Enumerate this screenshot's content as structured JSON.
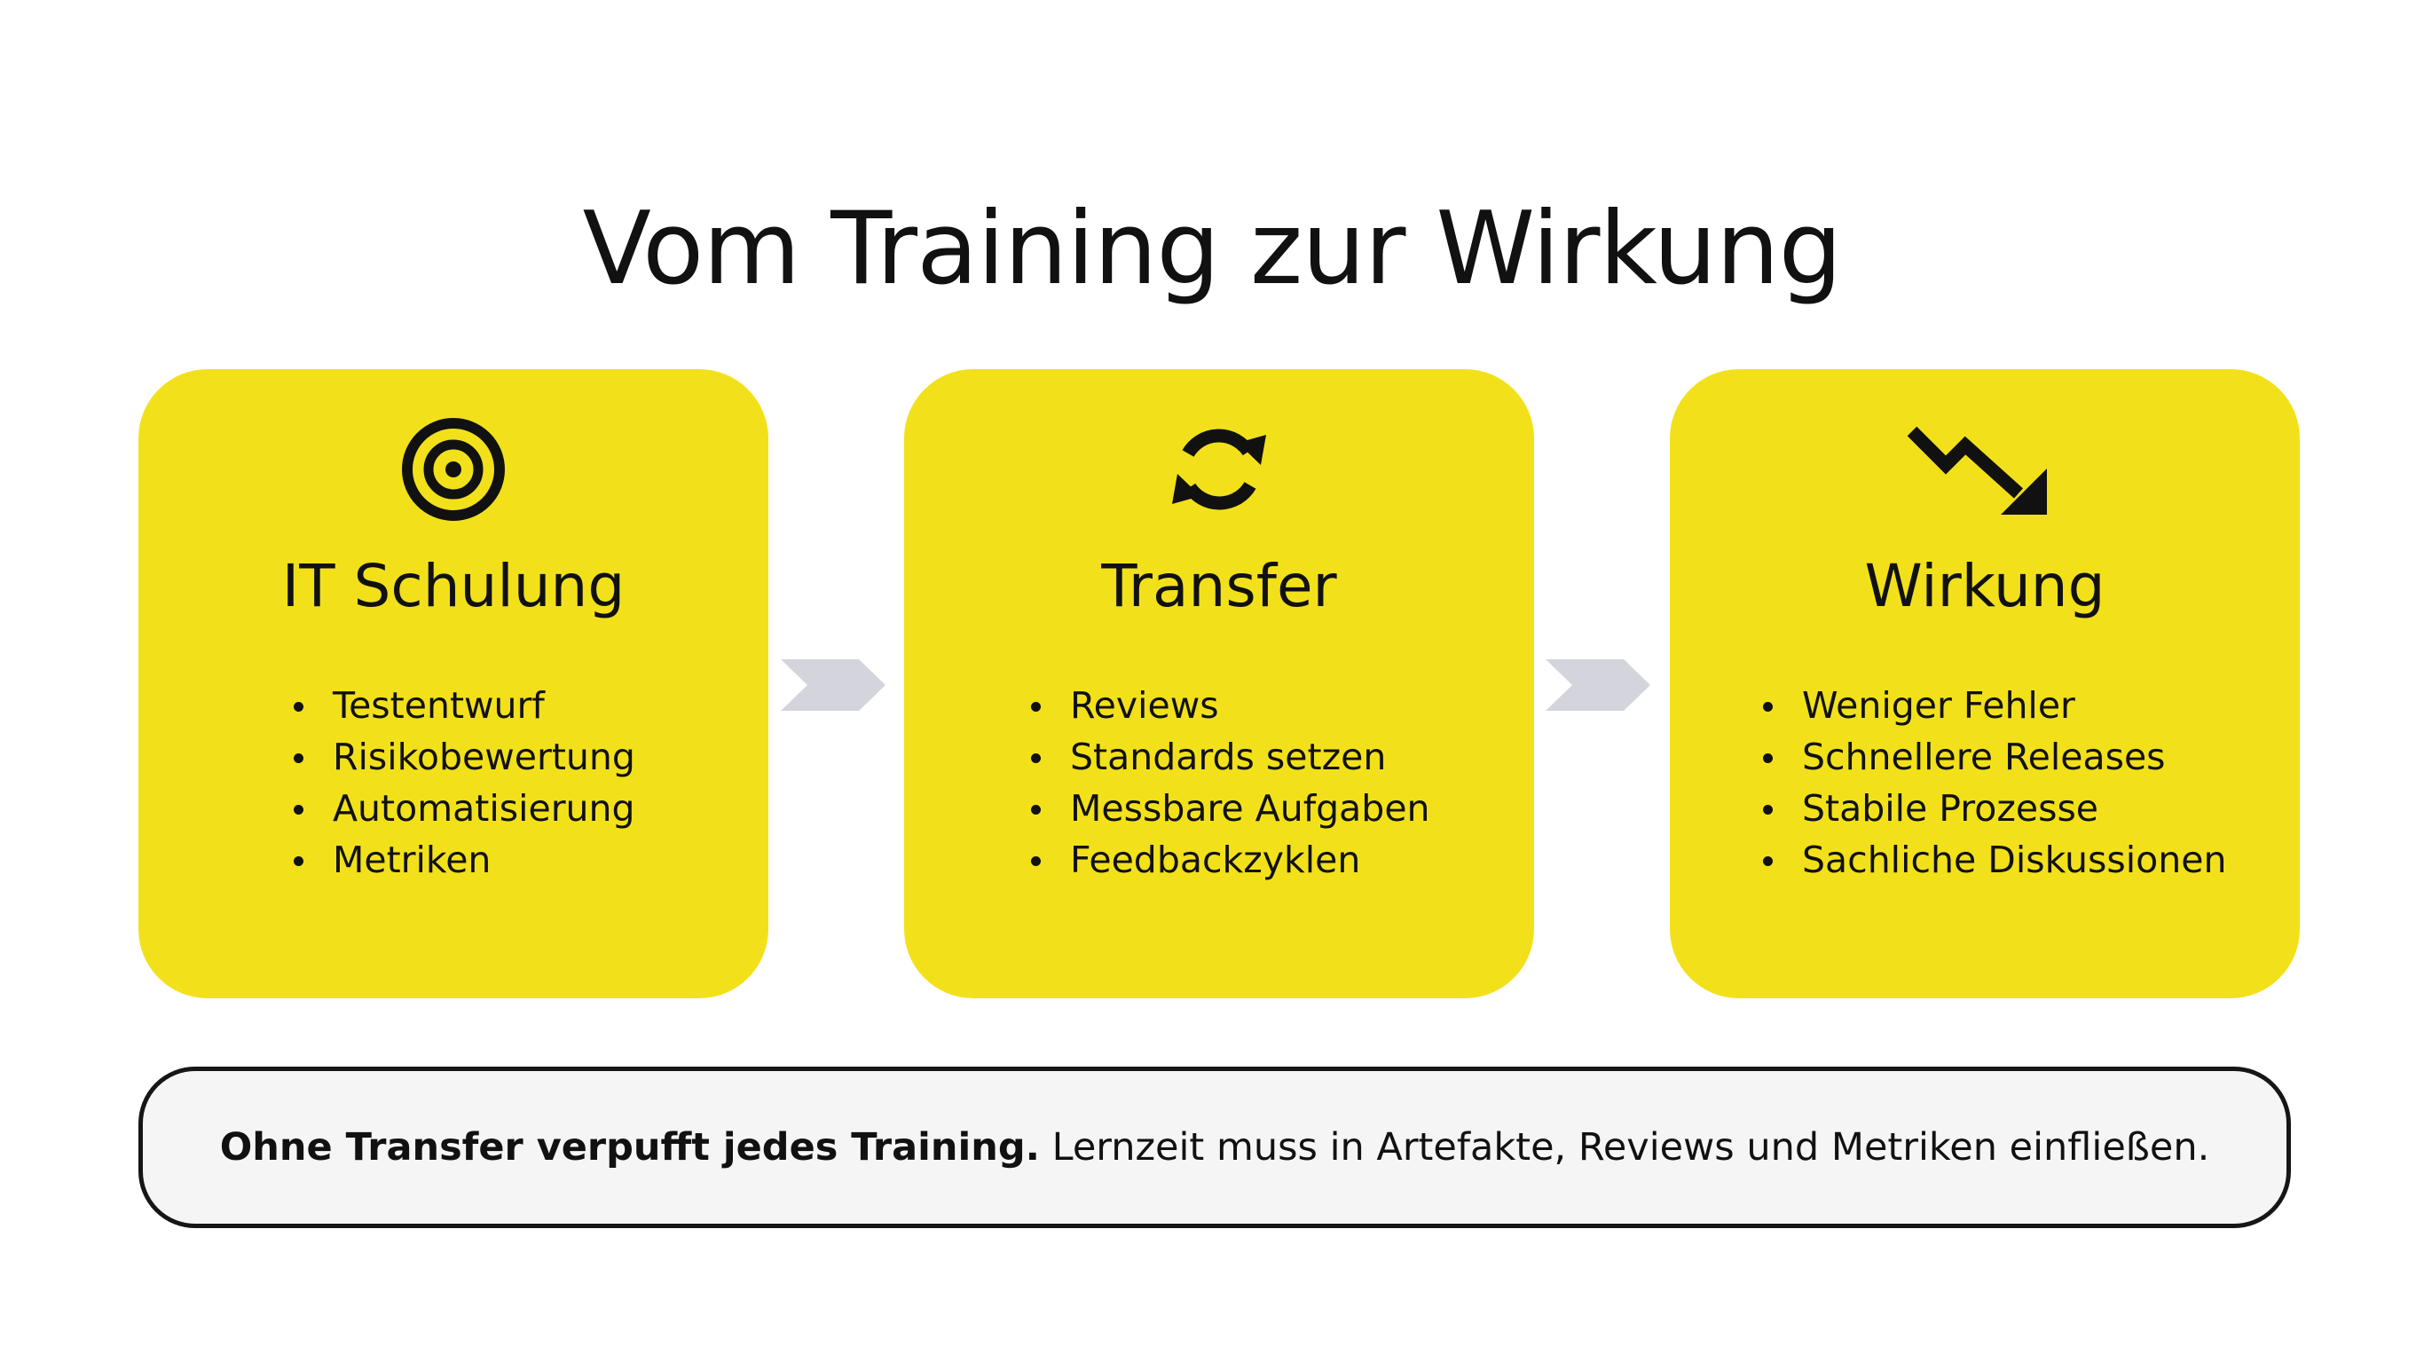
{
  "title": "Vom Training zur Wirkung",
  "colors": {
    "card": "#f2e11a",
    "chevron": "#d4d4dc",
    "note_bg": "#f4f5f4",
    "text": "#111111"
  },
  "cards": [
    {
      "icon": "target-icon",
      "title": "IT Schulung",
      "items": [
        "Testentwurf",
        "Risikobewertung",
        "Automatisierung",
        "Metriken"
      ]
    },
    {
      "icon": "refresh-cycle-icon",
      "title": "Transfer",
      "items": [
        "Reviews",
        "Standards setzen",
        "Messbare Aufgaben",
        "Feedbackzyklen"
      ]
    },
    {
      "icon": "trend-down-icon",
      "title": "Wirkung",
      "items": [
        "Weniger Fehler",
        "Schnellere Releases",
        "Stabile Prozesse",
        "Sachliche Diskussionen"
      ]
    }
  ],
  "note": {
    "bold": "Ohne Transfer verpufft jedes Training.",
    "text": " Lernzeit muss in Artefakte, Reviews und Metriken einfließen."
  }
}
